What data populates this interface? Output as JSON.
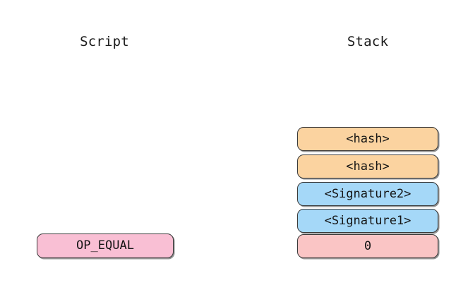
{
  "columns": {
    "script": {
      "heading": "Script"
    },
    "stack": {
      "heading": "Stack"
    }
  },
  "script_items": [
    {
      "label": "OP_EQUAL",
      "color": "#f9bfd4"
    }
  ],
  "stack_items": [
    {
      "label": "<hash>",
      "color": "#fbd3a0"
    },
    {
      "label": "<hash>",
      "color": "#fbd3a0"
    },
    {
      "label": "<Signature2>",
      "color": "#a5d8f8"
    },
    {
      "label": "<Signature1>",
      "color": "#a5d8f8"
    },
    {
      "label": "0",
      "color": "#fac5c5"
    }
  ],
  "palette": {
    "background": "#ffffff",
    "border": "#3a3a3a",
    "text": "#141414",
    "orange": "#fbd3a0",
    "blue": "#a5d8f8",
    "pink": "#fac5c5",
    "rose": "#f9bfd4"
  }
}
